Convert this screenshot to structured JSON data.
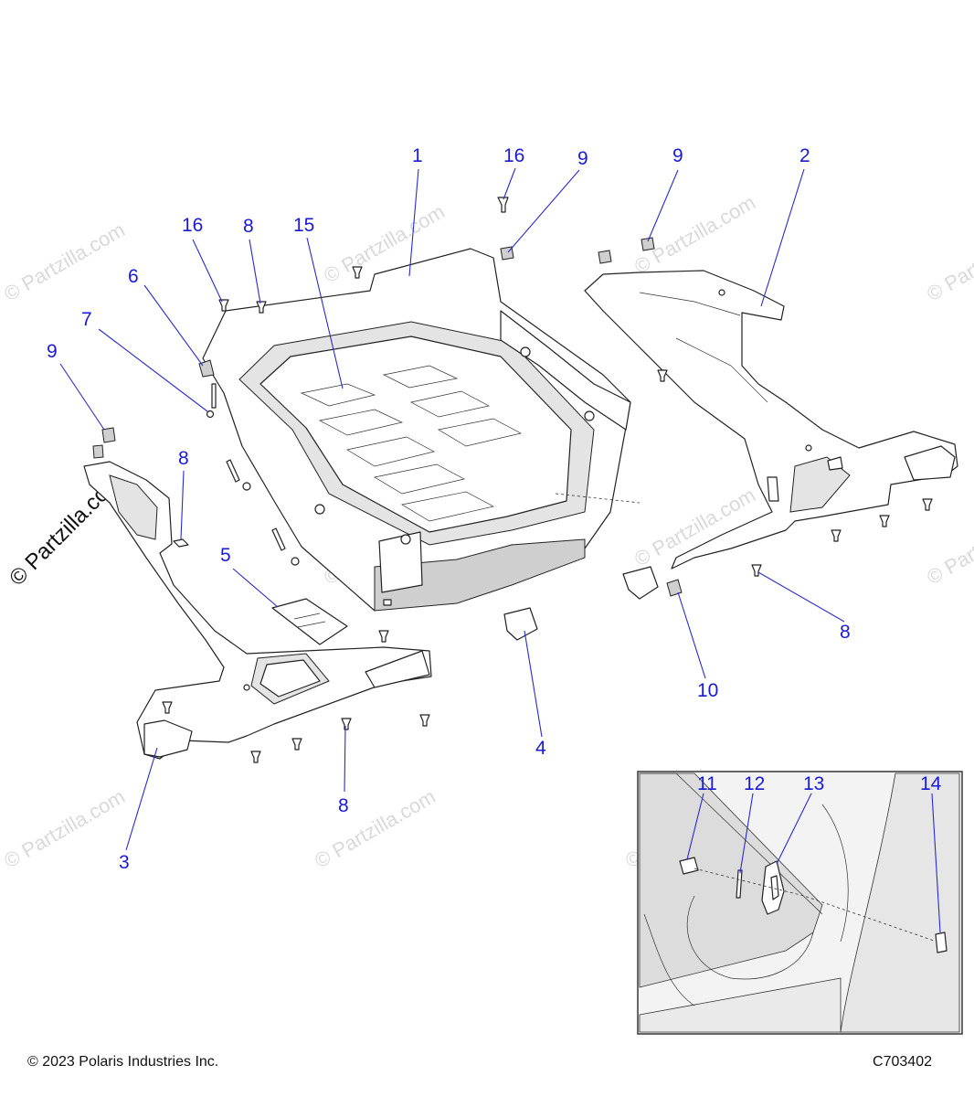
{
  "watermark": {
    "text": "© Partzilla.com",
    "left_text": "© Partzilla.com"
  },
  "callouts": [
    {
      "id": "c1",
      "label": "1"
    },
    {
      "id": "c2",
      "label": "2"
    },
    {
      "id": "c3",
      "label": "3"
    },
    {
      "id": "c4",
      "label": "4"
    },
    {
      "id": "c5",
      "label": "5"
    },
    {
      "id": "c6",
      "label": "6"
    },
    {
      "id": "c7",
      "label": "7"
    },
    {
      "id": "c8a",
      "label": "8"
    },
    {
      "id": "c8b",
      "label": "8"
    },
    {
      "id": "c8c",
      "label": "8"
    },
    {
      "id": "c8d",
      "label": "8"
    },
    {
      "id": "c9a",
      "label": "9"
    },
    {
      "id": "c9b",
      "label": "9"
    },
    {
      "id": "c9c",
      "label": "9"
    },
    {
      "id": "c10",
      "label": "10"
    },
    {
      "id": "c15",
      "label": "15"
    },
    {
      "id": "c16a",
      "label": "16"
    },
    {
      "id": "c16b",
      "label": "16"
    }
  ],
  "inset": {
    "callouts": [
      {
        "id": "c11",
        "label": "11"
      },
      {
        "id": "c12",
        "label": "12"
      },
      {
        "id": "c13",
        "label": "13"
      },
      {
        "id": "c14",
        "label": "14"
      }
    ]
  },
  "footer": {
    "copyright": "© 2023 Polaris Industries Inc.",
    "code": "C703402"
  },
  "colors": {
    "callout": "#1a1ad6",
    "line": "#222222",
    "watermark": "#d9d9d9"
  }
}
